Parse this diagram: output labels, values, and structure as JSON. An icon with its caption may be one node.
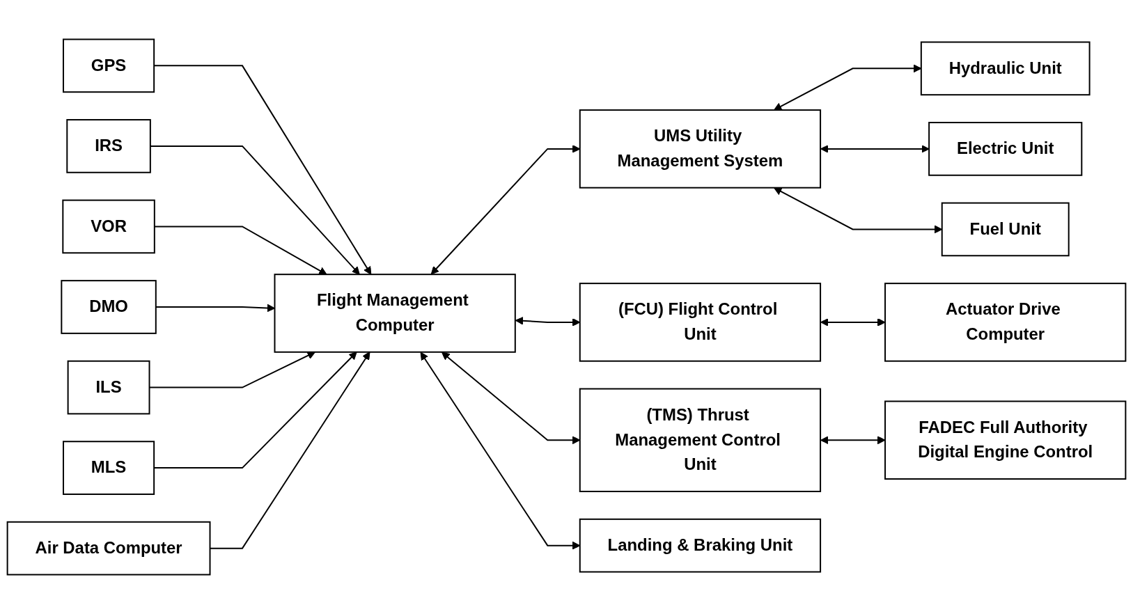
{
  "diagram": {
    "nodes": [
      {
        "text": [
          "GPS"
        ]
      },
      {
        "text": [
          "IRS"
        ]
      },
      {
        "text": [
          "VOR"
        ]
      },
      {
        "text": [
          "DMO"
        ]
      },
      {
        "text": [
          "ILS"
        ]
      },
      {
        "text": [
          "MLS"
        ]
      },
      {
        "text": [
          "Air Data Computer"
        ]
      },
      {
        "text": [
          "Flight Management Computer"
        ]
      },
      {
        "text": [
          "UMS Utility Management System"
        ]
      },
      {
        "text": [
          "(FCU) Flight Control Unit"
        ]
      },
      {
        "text": [
          "Actuator Drive Computer"
        ]
      },
      {
        "text": [
          "(TMS) Thrust Management Control Unit"
        ]
      },
      {
        "text": [
          "FADEC Full Authority Digital Engine Control"
        ]
      },
      {
        "text": [
          "Landing & Braking Unit"
        ]
      },
      {
        "text": [
          "Hydraulic Unit"
        ]
      },
      {
        "text": [
          "Electric Unit"
        ]
      },
      {
        "text": [
          "Fuel Unit"
        ]
      }
    ],
    "edges": [
      {
        "from": 0,
        "to": 7,
        "arrow": "to"
      },
      {
        "from": 1,
        "to": 7,
        "arrow": "to"
      },
      {
        "from": 2,
        "to": 7,
        "arrow": "to"
      },
      {
        "from": 3,
        "to": 7,
        "arrow": "to"
      },
      {
        "from": 4,
        "to": 7,
        "arrow": "to"
      },
      {
        "from": 5,
        "to": 7,
        "arrow": "to"
      },
      {
        "from": 6,
        "to": 7,
        "arrow": "to"
      },
      {
        "from": 7,
        "to": 8,
        "arrow": "both"
      },
      {
        "from": 7,
        "to": 9,
        "arrow": "both"
      },
      {
        "from": 7,
        "to": 11,
        "arrow": "both"
      },
      {
        "from": 7,
        "to": 13,
        "arrow": "both"
      },
      {
        "from": 9,
        "to": 10,
        "arrow": "both"
      },
      {
        "from": 11,
        "to": 12,
        "arrow": "both"
      },
      {
        "from": 8,
        "to": 14,
        "arrow": "both"
      },
      {
        "from": 8,
        "to": 15,
        "arrow": "both"
      },
      {
        "from": 8,
        "to": 16,
        "arrow": "both"
      }
    ]
  }
}
